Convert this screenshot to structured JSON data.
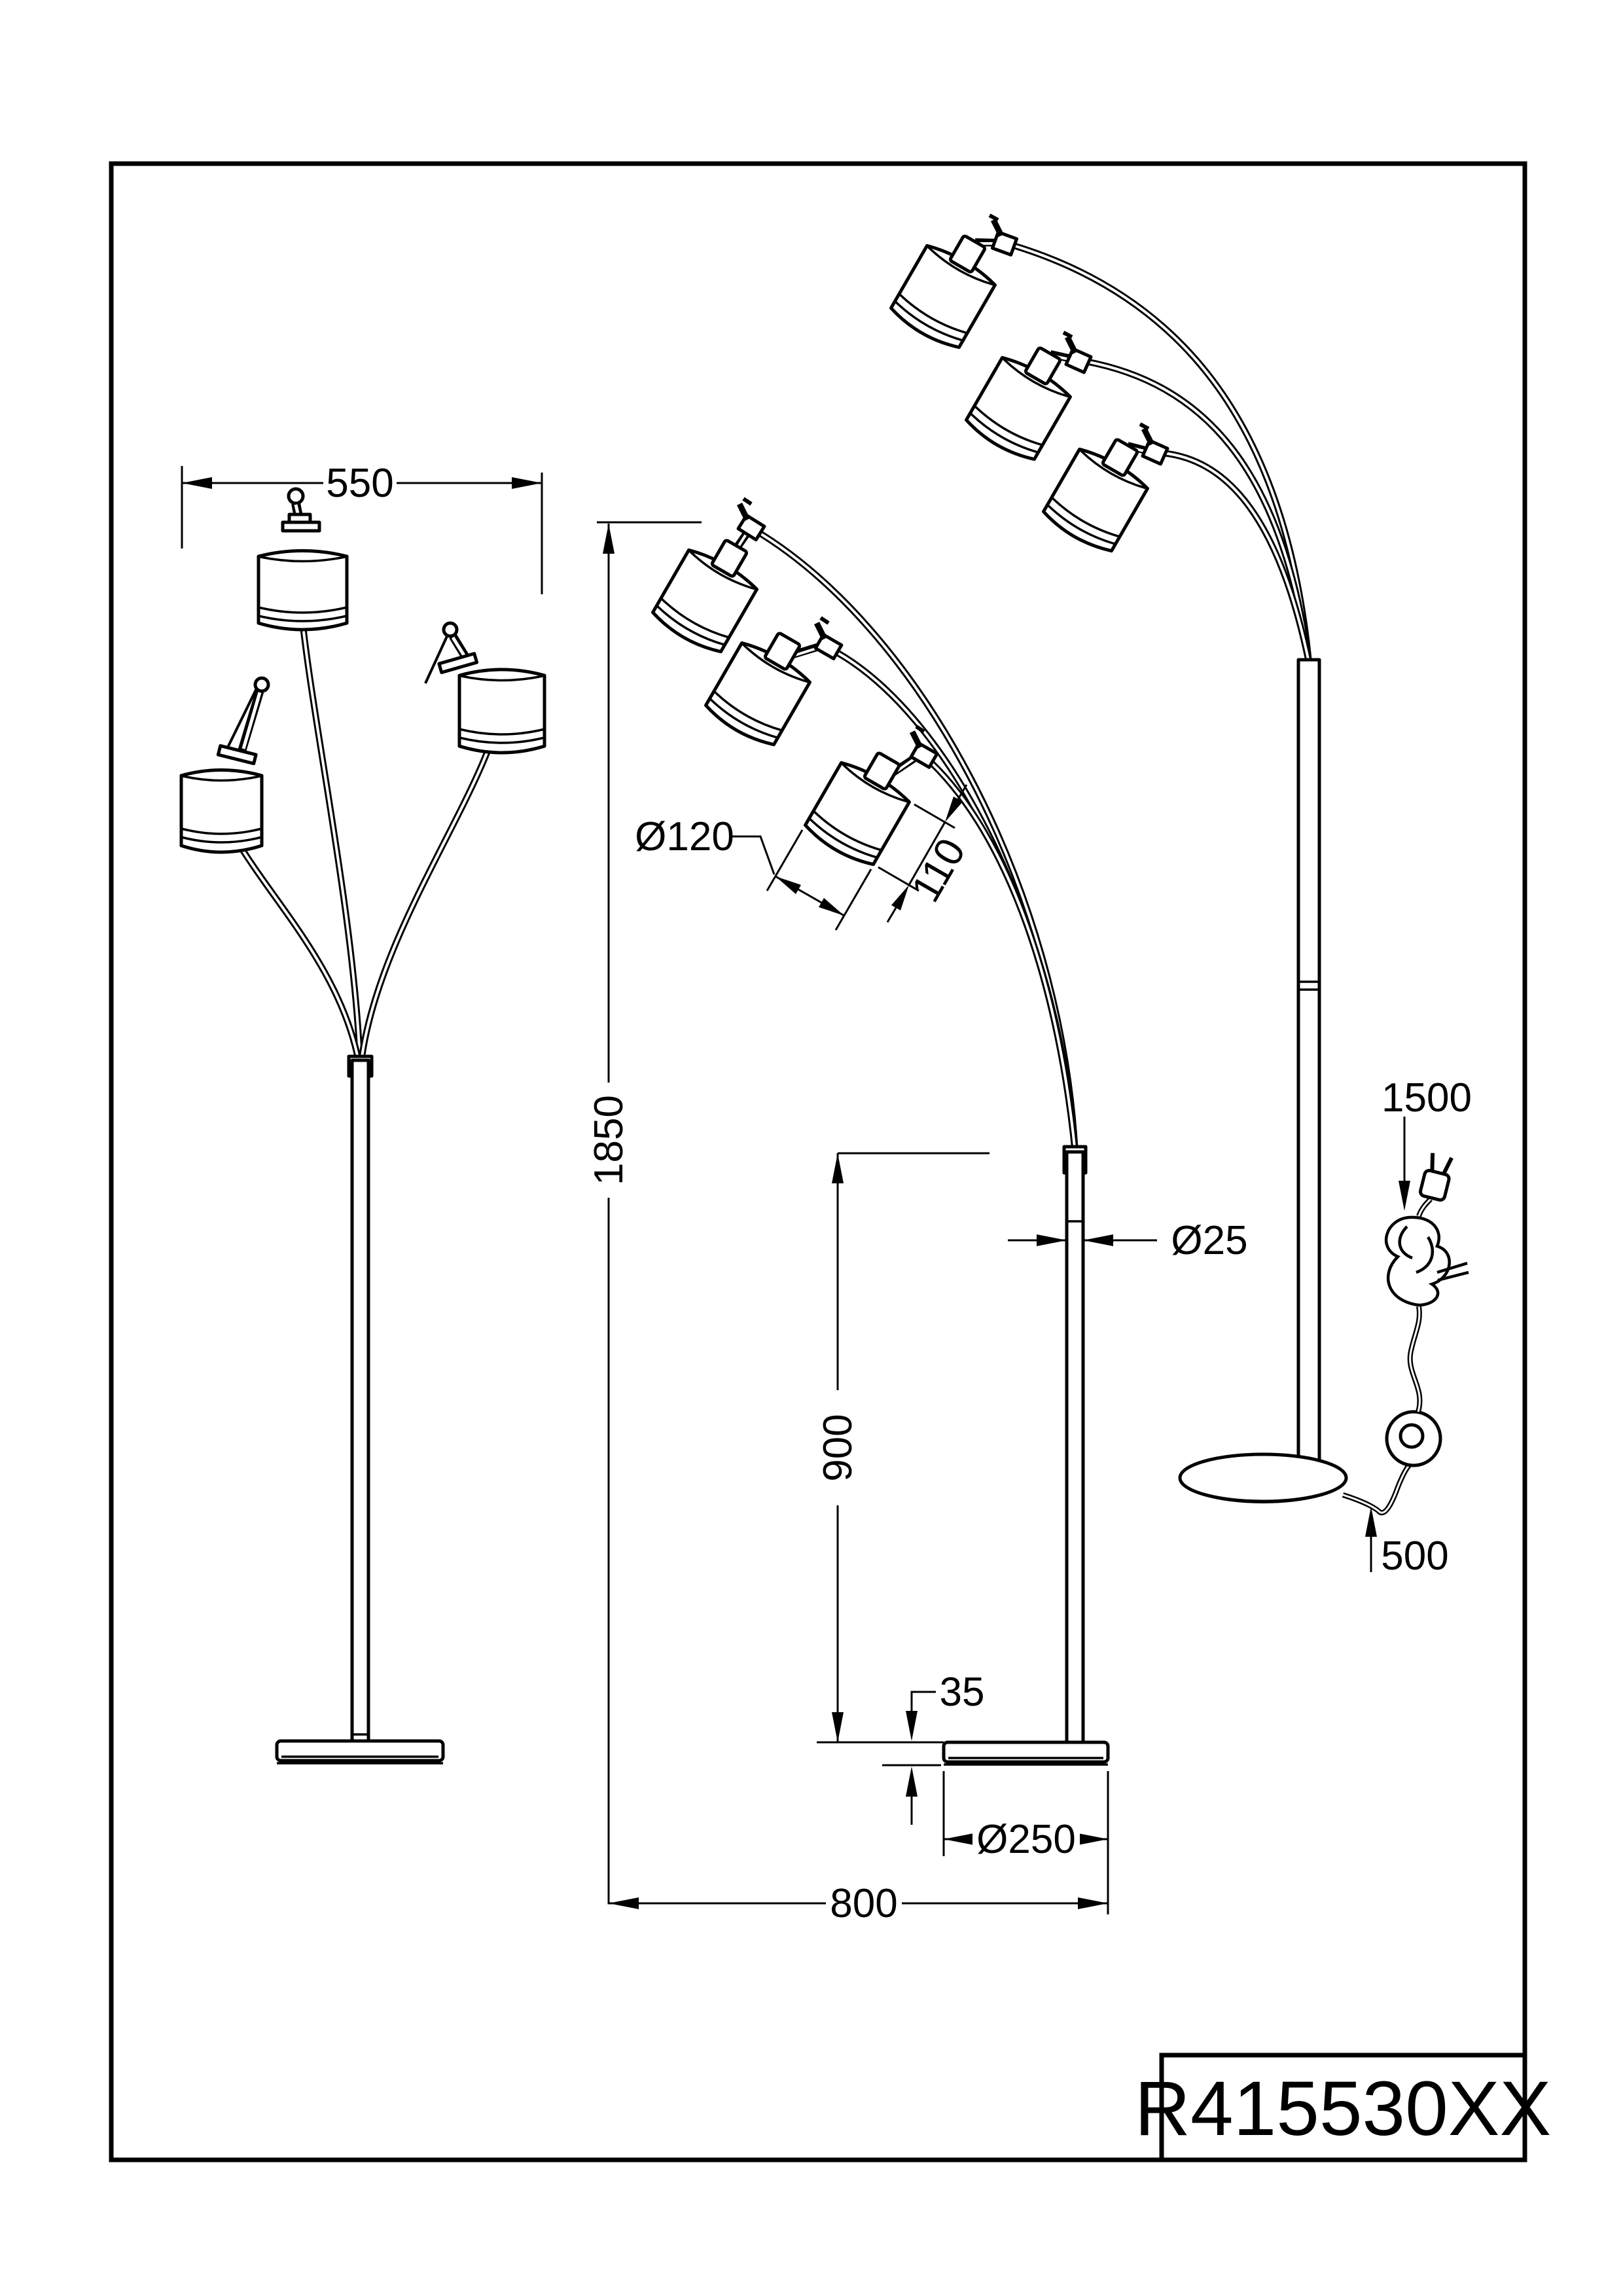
{
  "drawing": {
    "part_number": "R415530XX",
    "dimensions_mm": {
      "head_width": "550",
      "shade_diameter": "Ø120",
      "shade_height": "110",
      "overall_height": "1850",
      "stem_height": "900",
      "tube_diameter": "Ø25",
      "base_thickness": "35",
      "base_diameter": "Ø250",
      "overall_depth": "800",
      "cable_length": "1500",
      "cable_ground_run": "500"
    }
  }
}
